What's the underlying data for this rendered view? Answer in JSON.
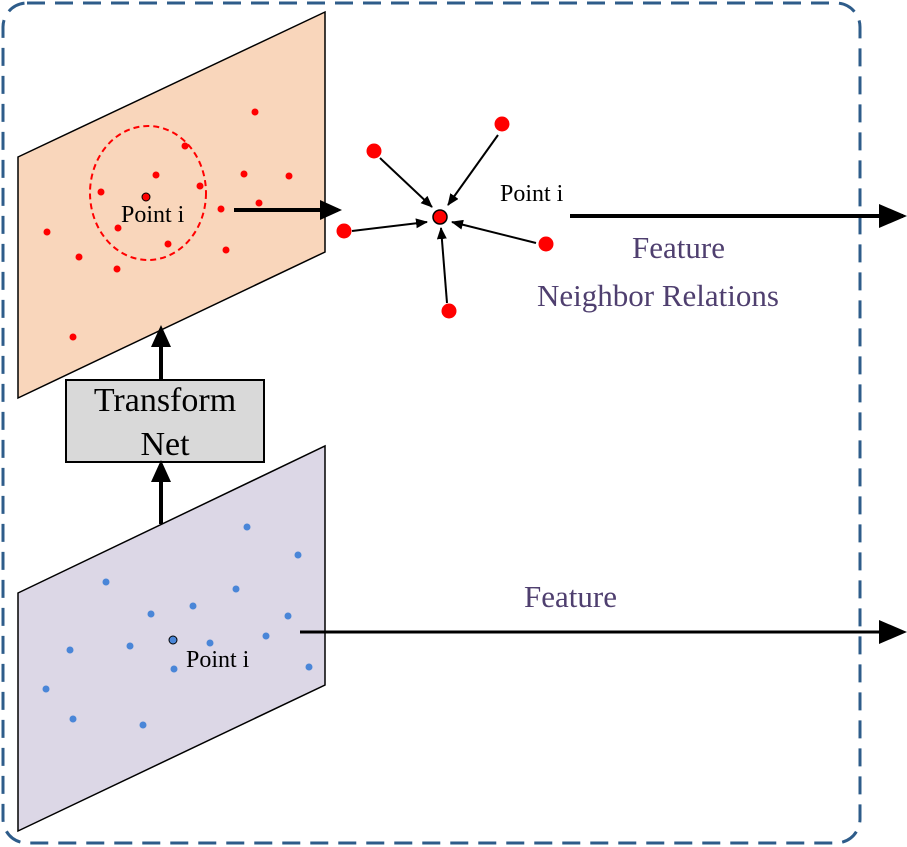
{
  "labels": {
    "point_top": "Point i",
    "point_neighbors": "Point i",
    "point_bottom": "Point i",
    "transform_line1": "Transform",
    "transform_line2": "Net",
    "feature_top_line1": "Feature",
    "feature_top_line2": "Neighbor Relations",
    "feature_bottom": "Feature"
  },
  "colors": {
    "frame_border": "#2e5c8a",
    "top_plane_fill": "#f9d6bb",
    "bottom_plane_fill": "#dcd7e6",
    "plane_border": "#000000",
    "red_point": "#ff0000",
    "blue_point": "#4a86d8",
    "transform_box_fill": "#d9d9d9",
    "feature_text": "#4f3f6f",
    "arrow": "#000000"
  }
}
